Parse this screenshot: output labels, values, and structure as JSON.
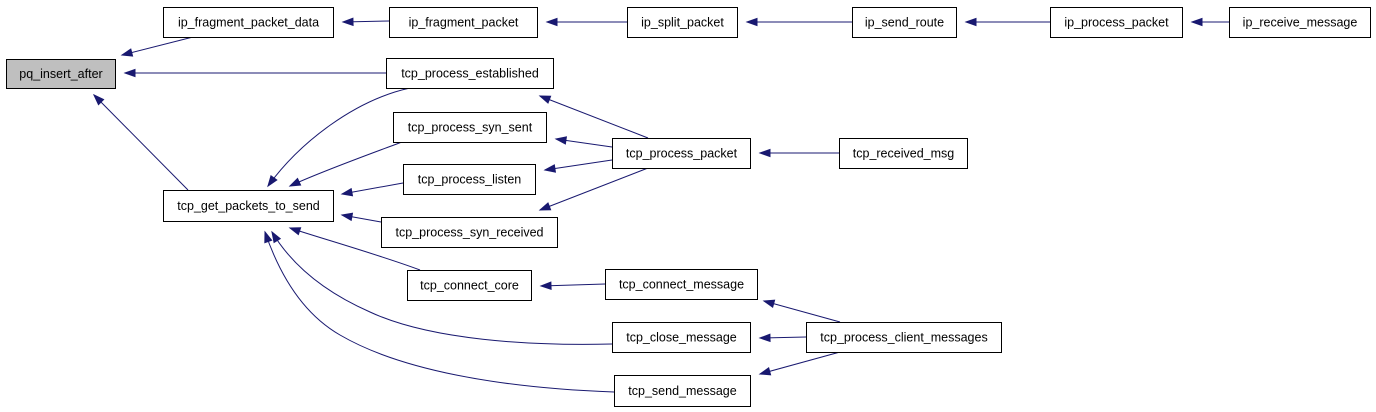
{
  "graph": {
    "colors": {
      "edge": "#191970",
      "node_border": "#000000",
      "node_fill": "#ffffff",
      "root_fill": "#bfbfbf"
    },
    "nodes": [
      {
        "id": "pq_insert_after",
        "label": "pq_insert_after",
        "root": true
      },
      {
        "id": "ip_fragment_packet_data",
        "label": "ip_fragment_packet_data"
      },
      {
        "id": "ip_fragment_packet",
        "label": "ip_fragment_packet"
      },
      {
        "id": "ip_split_packet",
        "label": "ip_split_packet"
      },
      {
        "id": "ip_send_route",
        "label": "ip_send_route"
      },
      {
        "id": "ip_process_packet",
        "label": "ip_process_packet"
      },
      {
        "id": "ip_receive_message",
        "label": "ip_receive_message"
      },
      {
        "id": "tcp_process_established",
        "label": "tcp_process_established"
      },
      {
        "id": "tcp_process_syn_sent",
        "label": "tcp_process_syn_sent"
      },
      {
        "id": "tcp_process_packet",
        "label": "tcp_process_packet"
      },
      {
        "id": "tcp_received_msg",
        "label": "tcp_received_msg"
      },
      {
        "id": "tcp_process_listen",
        "label": "tcp_process_listen"
      },
      {
        "id": "tcp_get_packets_to_send",
        "label": "tcp_get_packets_to_send"
      },
      {
        "id": "tcp_process_syn_received",
        "label": "tcp_process_syn_received"
      },
      {
        "id": "tcp_connect_core",
        "label": "tcp_connect_core"
      },
      {
        "id": "tcp_connect_message",
        "label": "tcp_connect_message"
      },
      {
        "id": "tcp_close_message",
        "label": "tcp_close_message"
      },
      {
        "id": "tcp_process_client_messages",
        "label": "tcp_process_client_messages"
      },
      {
        "id": "tcp_send_message",
        "label": "tcp_send_message"
      }
    ],
    "edges": [
      {
        "from": "ip_fragment_packet_data",
        "to": "pq_insert_after"
      },
      {
        "from": "tcp_process_established",
        "to": "pq_insert_after"
      },
      {
        "from": "tcp_get_packets_to_send",
        "to": "pq_insert_after"
      },
      {
        "from": "ip_fragment_packet",
        "to": "ip_fragment_packet_data"
      },
      {
        "from": "ip_split_packet",
        "to": "ip_fragment_packet"
      },
      {
        "from": "ip_send_route",
        "to": "ip_split_packet"
      },
      {
        "from": "ip_process_packet",
        "to": "ip_send_route"
      },
      {
        "from": "ip_receive_message",
        "to": "ip_process_packet"
      },
      {
        "from": "tcp_process_packet",
        "to": "tcp_process_established"
      },
      {
        "from": "tcp_process_packet",
        "to": "tcp_process_syn_sent"
      },
      {
        "from": "tcp_process_packet",
        "to": "tcp_process_listen"
      },
      {
        "from": "tcp_process_packet",
        "to": "tcp_process_syn_received"
      },
      {
        "from": "tcp_received_msg",
        "to": "tcp_process_packet"
      },
      {
        "from": "tcp_process_established",
        "to": "tcp_get_packets_to_send"
      },
      {
        "from": "tcp_process_syn_sent",
        "to": "tcp_get_packets_to_send"
      },
      {
        "from": "tcp_process_listen",
        "to": "tcp_get_packets_to_send"
      },
      {
        "from": "tcp_process_syn_received",
        "to": "tcp_get_packets_to_send"
      },
      {
        "from": "tcp_connect_core",
        "to": "tcp_get_packets_to_send"
      },
      {
        "from": "tcp_close_message",
        "to": "tcp_get_packets_to_send"
      },
      {
        "from": "tcp_send_message",
        "to": "tcp_get_packets_to_send"
      },
      {
        "from": "tcp_connect_message",
        "to": "tcp_connect_core"
      },
      {
        "from": "tcp_process_client_messages",
        "to": "tcp_connect_message"
      },
      {
        "from": "tcp_process_client_messages",
        "to": "tcp_close_message"
      },
      {
        "from": "tcp_process_client_messages",
        "to": "tcp_send_message"
      }
    ]
  }
}
